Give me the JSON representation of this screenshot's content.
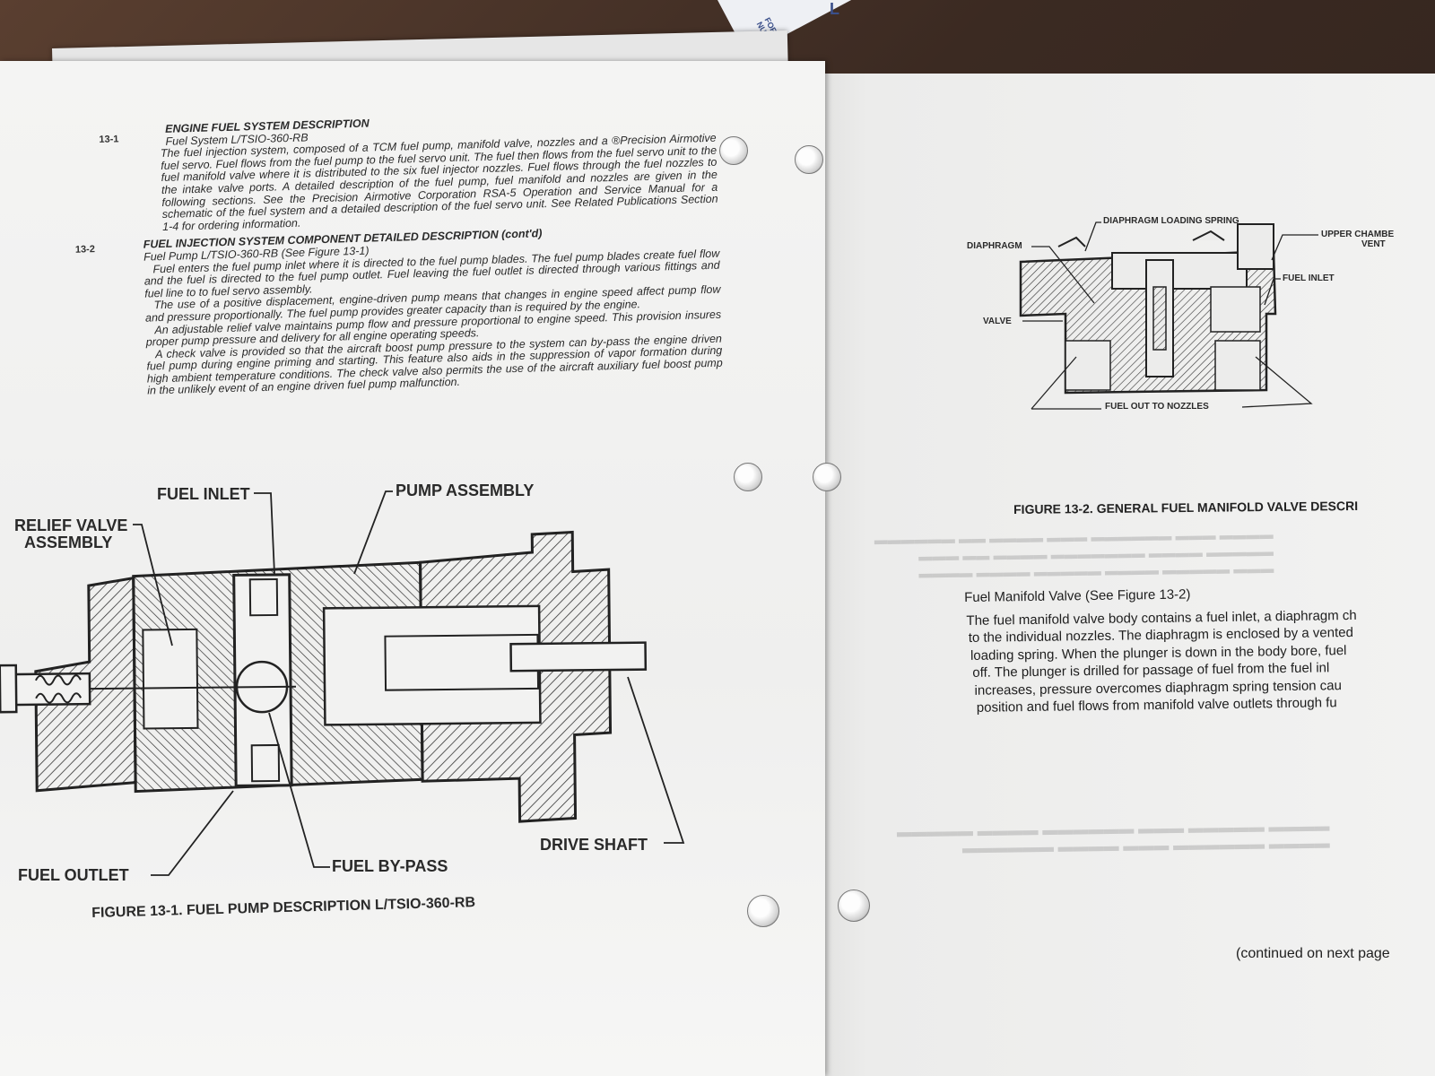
{
  "left_page": {
    "section1": {
      "number": "13-1",
      "title": "ENGINE FUEL SYSTEM DESCRIPTION",
      "subtitle": "Fuel System L/TSIO-360-RB",
      "body": "The fuel injection system, composed of a TCM fuel pump, manifold valve, nozzles and a ®Precision Airmotive fuel servo. Fuel flows from the fuel pump to the fuel servo unit. The fuel then flows from the fuel servo unit to the fuel manifold valve where it is distributed to the six fuel injector nozzles. Fuel flows through the fuel nozzles to the intake valve ports. A detailed description of the fuel pump, fuel manifold and nozzles are given in the following sections. See the Precision Airmotive Corporation RSA-5 Operation and Service Manual for a schematic of the fuel system and a detailed description of the fuel servo unit. See Related Publications Section 1-4 for ordering information."
    },
    "section2": {
      "number": "13-2",
      "title": "FUEL INJECTION SYSTEM COMPONENT DETAILED DESCRIPTION (cont'd)",
      "subtitle": "Fuel Pump L/TSIO-360-RB (See Figure 13-1)",
      "paragraphs": [
        "Fuel enters the fuel pump inlet where it is directed to the fuel pump blades. The fuel pump blades create fuel flow and the fuel is directed to the fuel pump outlet. Fuel leaving the fuel outlet is directed through various fittings and fuel line to to fuel servo assembly.",
        "The use of a positive displacement, engine-driven pump means that changes in engine speed affect pump flow and pressure proportionally. The fuel pump provides greater capacity than is required by the engine.",
        "An adjustable relief valve maintains pump flow and pressure proportional to engine speed. This provision insures proper pump pressure and delivery for all engine operating speeds.",
        "A check valve is provided so that the aircraft boost pump pressure to the system can by-pass the engine driven fuel pump during engine priming and starting. This feature also aids in the suppression of vapor formation during high ambient temperature conditions. The check valve also permits the use of the aircraft auxiliary fuel boost pump in the unlikely event  of an engine driven fuel pump malfunction."
      ]
    },
    "figure1": {
      "labels": {
        "fuel_inlet": "FUEL INLET",
        "pump_assembly": "PUMP ASSEMBLY",
        "relief_valve_1": "RELIEF VALVE",
        "relief_valve_2": "ASSEMBLY",
        "drive_shaft": "DRIVE SHAFT",
        "fuel_outlet": "FUEL OUTLET",
        "fuel_bypass": "FUEL BY-PASS"
      },
      "caption": "FIGURE 13-1. FUEL PUMP DESCRIPTION L/TSIO-360-RB"
    }
  },
  "right_page": {
    "figure2": {
      "labels": {
        "diaphragm_loading_spring": "DIAPHRAGM LOADING SPRING",
        "upper_chamber_1": "UPPER CHAMBE",
        "upper_chamber_2": "VENT",
        "diaphragm": "DIAPHRAGM",
        "fuel_inlet": "FUEL INLET",
        "valve": "VALVE",
        "fuel_out": "FUEL OUT TO NOZZLES"
      },
      "caption": "FIGURE 13-2. GENERAL FUEL MANIFOLD VALVE DESCRI"
    },
    "subheading": "Fuel Manifold Valve (See Figure 13-2)",
    "lines": [
      "The fuel manifold valve body contains a fuel inlet, a diaphragm ch",
      "to the individual nozzles. The diaphragm is enclosed by a vented",
      "loading spring. When the plunger is down in the body bore, fuel",
      "off. The plunger is drilled for passage of fuel from the fuel inl",
      "increases, pressure overcomes diaphragm spring tension cau",
      "position and fuel flows from manifold valve outlets through fu"
    ],
    "footer": "(continued on next page"
  },
  "tab": {
    "text_1": "FORM",
    "text_2": "NUMBER",
    "char": "L"
  }
}
